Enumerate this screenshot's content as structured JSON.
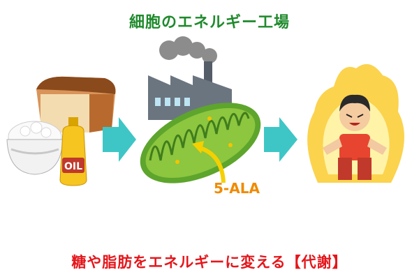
{
  "title": "細胞のエネルギー工場",
  "ala_label": "5-ALA",
  "oil_label": "OIL",
  "caption": "糖や脂肪をエネルギーに変える【代謝】",
  "colors": {
    "title": "#1f8a2c",
    "caption": "#e5161b",
    "ala_label": "#f08a00",
    "arrow": "#3ec6c6",
    "mitochondria": "#7cc242",
    "fire": "#f7b500"
  },
  "icons": [
    "bread-icon",
    "rice-bowl-icon",
    "oil-bottle-icon",
    "factory-icon",
    "mitochondria-icon",
    "energetic-person-icon"
  ]
}
